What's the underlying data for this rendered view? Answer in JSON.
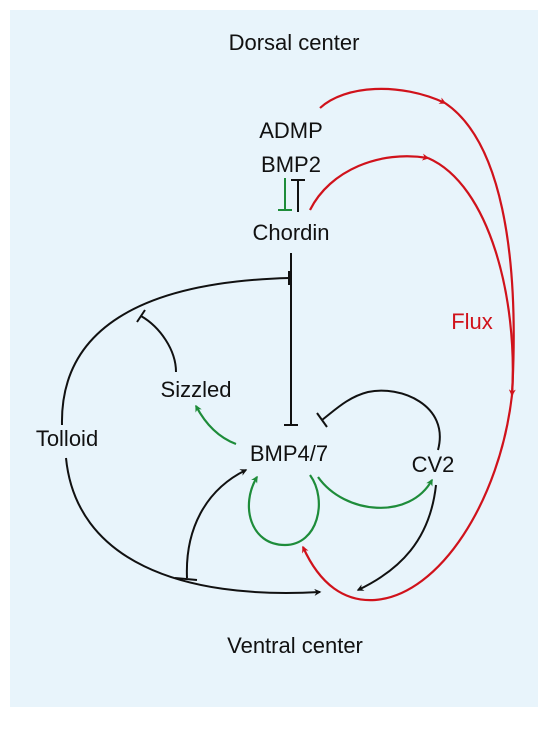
{
  "labels": {
    "dorsal": "Dorsal center",
    "ventral": "Ventral center",
    "admp": "ADMP",
    "bmp2": "BMP2",
    "chordin": "Chordin",
    "sizzled": "Sizzled",
    "tolloid": "Tolloid",
    "bmp47": "BMP4/7",
    "cv2": "CV2",
    "flux": "Flux"
  },
  "colors": {
    "background": "#e8f4fb",
    "black": "#111111",
    "green": "#1e8c3a",
    "red": "#d0121b"
  }
}
